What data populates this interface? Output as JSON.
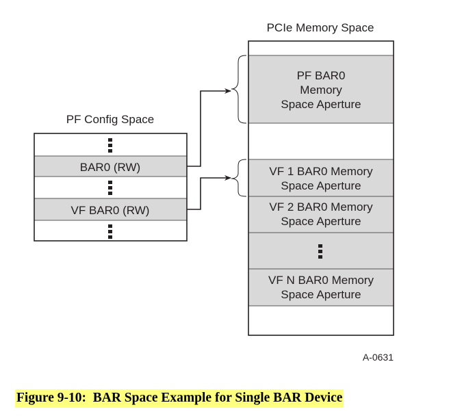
{
  "diagram": {
    "left_title": "PF Config Space",
    "right_title": "PCIe Memory Space",
    "config_rows": [
      {
        "label": "",
        "type": "ellipsis"
      },
      {
        "label": "BAR0 (RW)",
        "type": "register"
      },
      {
        "label": "",
        "type": "ellipsis"
      },
      {
        "label": "VF BAR0 (RW)",
        "type": "register"
      },
      {
        "label": "",
        "type": "ellipsis"
      }
    ],
    "memory_regions": [
      {
        "lines": [],
        "type": "empty"
      },
      {
        "lines": [
          "PF BAR0",
          "Memory",
          "Space Aperture"
        ],
        "type": "aperture"
      },
      {
        "lines": [],
        "type": "empty"
      },
      {
        "lines": [
          "VF 1 BAR0 Memory",
          "Space Aperture"
        ],
        "type": "aperture"
      },
      {
        "lines": [
          "VF 2 BAR0 Memory",
          "Space Aperture"
        ],
        "type": "aperture"
      },
      {
        "lines": [],
        "type": "ellipsis"
      },
      {
        "lines": [
          "VF N BAR0 Memory",
          "Space Aperture"
        ],
        "type": "aperture"
      },
      {
        "lines": [],
        "type": "empty"
      }
    ],
    "arrows": [
      {
        "from": "BAR0 (RW)",
        "to": "PF BAR0 Memory Space Aperture"
      },
      {
        "from": "VF BAR0 (RW)",
        "to": "VF 1 BAR0 Memory Space Aperture"
      }
    ],
    "figure_id": "A-0631",
    "colors": {
      "fill": "#d9d9d9",
      "stroke": "#231f20",
      "highlight": "#ffff80"
    }
  },
  "caption": "Figure 9-10:  BAR Space Example for Single BAR Device"
}
